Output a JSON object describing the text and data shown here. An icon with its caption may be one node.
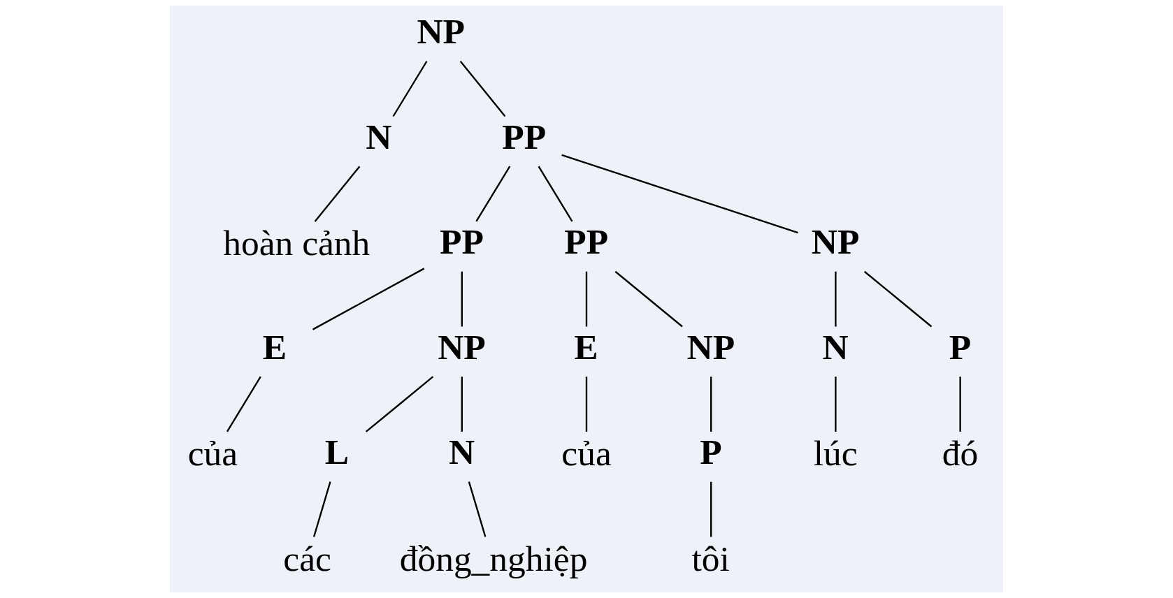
{
  "diagram": {
    "nodes": [
      {
        "text": [
          "NP"
        ]
      },
      {
        "text": [
          "N"
        ]
      },
      {
        "text": [
          "PP"
        ]
      },
      {
        "text": [
          "hoàn cảnh"
        ]
      },
      {
        "text": [
          "PP"
        ]
      },
      {
        "text": [
          "PP"
        ]
      },
      {
        "text": [
          "NP"
        ]
      },
      {
        "text": [
          "E"
        ]
      },
      {
        "text": [
          "NP"
        ]
      },
      {
        "text": [
          "E"
        ]
      },
      {
        "text": [
          "NP"
        ]
      },
      {
        "text": [
          "N"
        ]
      },
      {
        "text": [
          "P"
        ]
      },
      {
        "text": [
          "của"
        ]
      },
      {
        "text": [
          "L"
        ]
      },
      {
        "text": [
          "N"
        ]
      },
      {
        "text": [
          "của"
        ]
      },
      {
        "text": [
          "P"
        ]
      },
      {
        "text": [
          "lúc"
        ]
      },
      {
        "text": [
          "đó"
        ]
      },
      {
        "text": [
          "các"
        ]
      },
      {
        "text": [
          "đồng_nghiệp"
        ]
      },
      {
        "text": [
          "tôi"
        ]
      }
    ],
    "edges": [
      {
        "from": 0,
        "to": 1,
        "arrow": "none"
      },
      {
        "from": 0,
        "to": 2,
        "arrow": "none"
      },
      {
        "from": 1,
        "to": 3,
        "arrow": "none"
      },
      {
        "from": 2,
        "to": 4,
        "arrow": "none"
      },
      {
        "from": 2,
        "to": 5,
        "arrow": "none"
      },
      {
        "from": 2,
        "to": 6,
        "arrow": "none"
      },
      {
        "from": 4,
        "to": 7,
        "arrow": "none"
      },
      {
        "from": 4,
        "to": 8,
        "arrow": "none"
      },
      {
        "from": 7,
        "to": 13,
        "arrow": "none"
      },
      {
        "from": 8,
        "to": 14,
        "arrow": "none"
      },
      {
        "from": 8,
        "to": 15,
        "arrow": "none"
      },
      {
        "from": 14,
        "to": 20,
        "arrow": "none"
      },
      {
        "from": 15,
        "to": 21,
        "arrow": "none"
      },
      {
        "from": 5,
        "to": 9,
        "arrow": "none"
      },
      {
        "from": 5,
        "to": 10,
        "arrow": "none"
      },
      {
        "from": 9,
        "to": 16,
        "arrow": "none"
      },
      {
        "from": 10,
        "to": 17,
        "arrow": "none"
      },
      {
        "from": 17,
        "to": 22,
        "arrow": "none"
      },
      {
        "from": 6,
        "to": 11,
        "arrow": "none"
      },
      {
        "from": 6,
        "to": 12,
        "arrow": "none"
      },
      {
        "from": 11,
        "to": 18,
        "arrow": "none"
      },
      {
        "from": 12,
        "to": 19,
        "arrow": "none"
      }
    ]
  }
}
